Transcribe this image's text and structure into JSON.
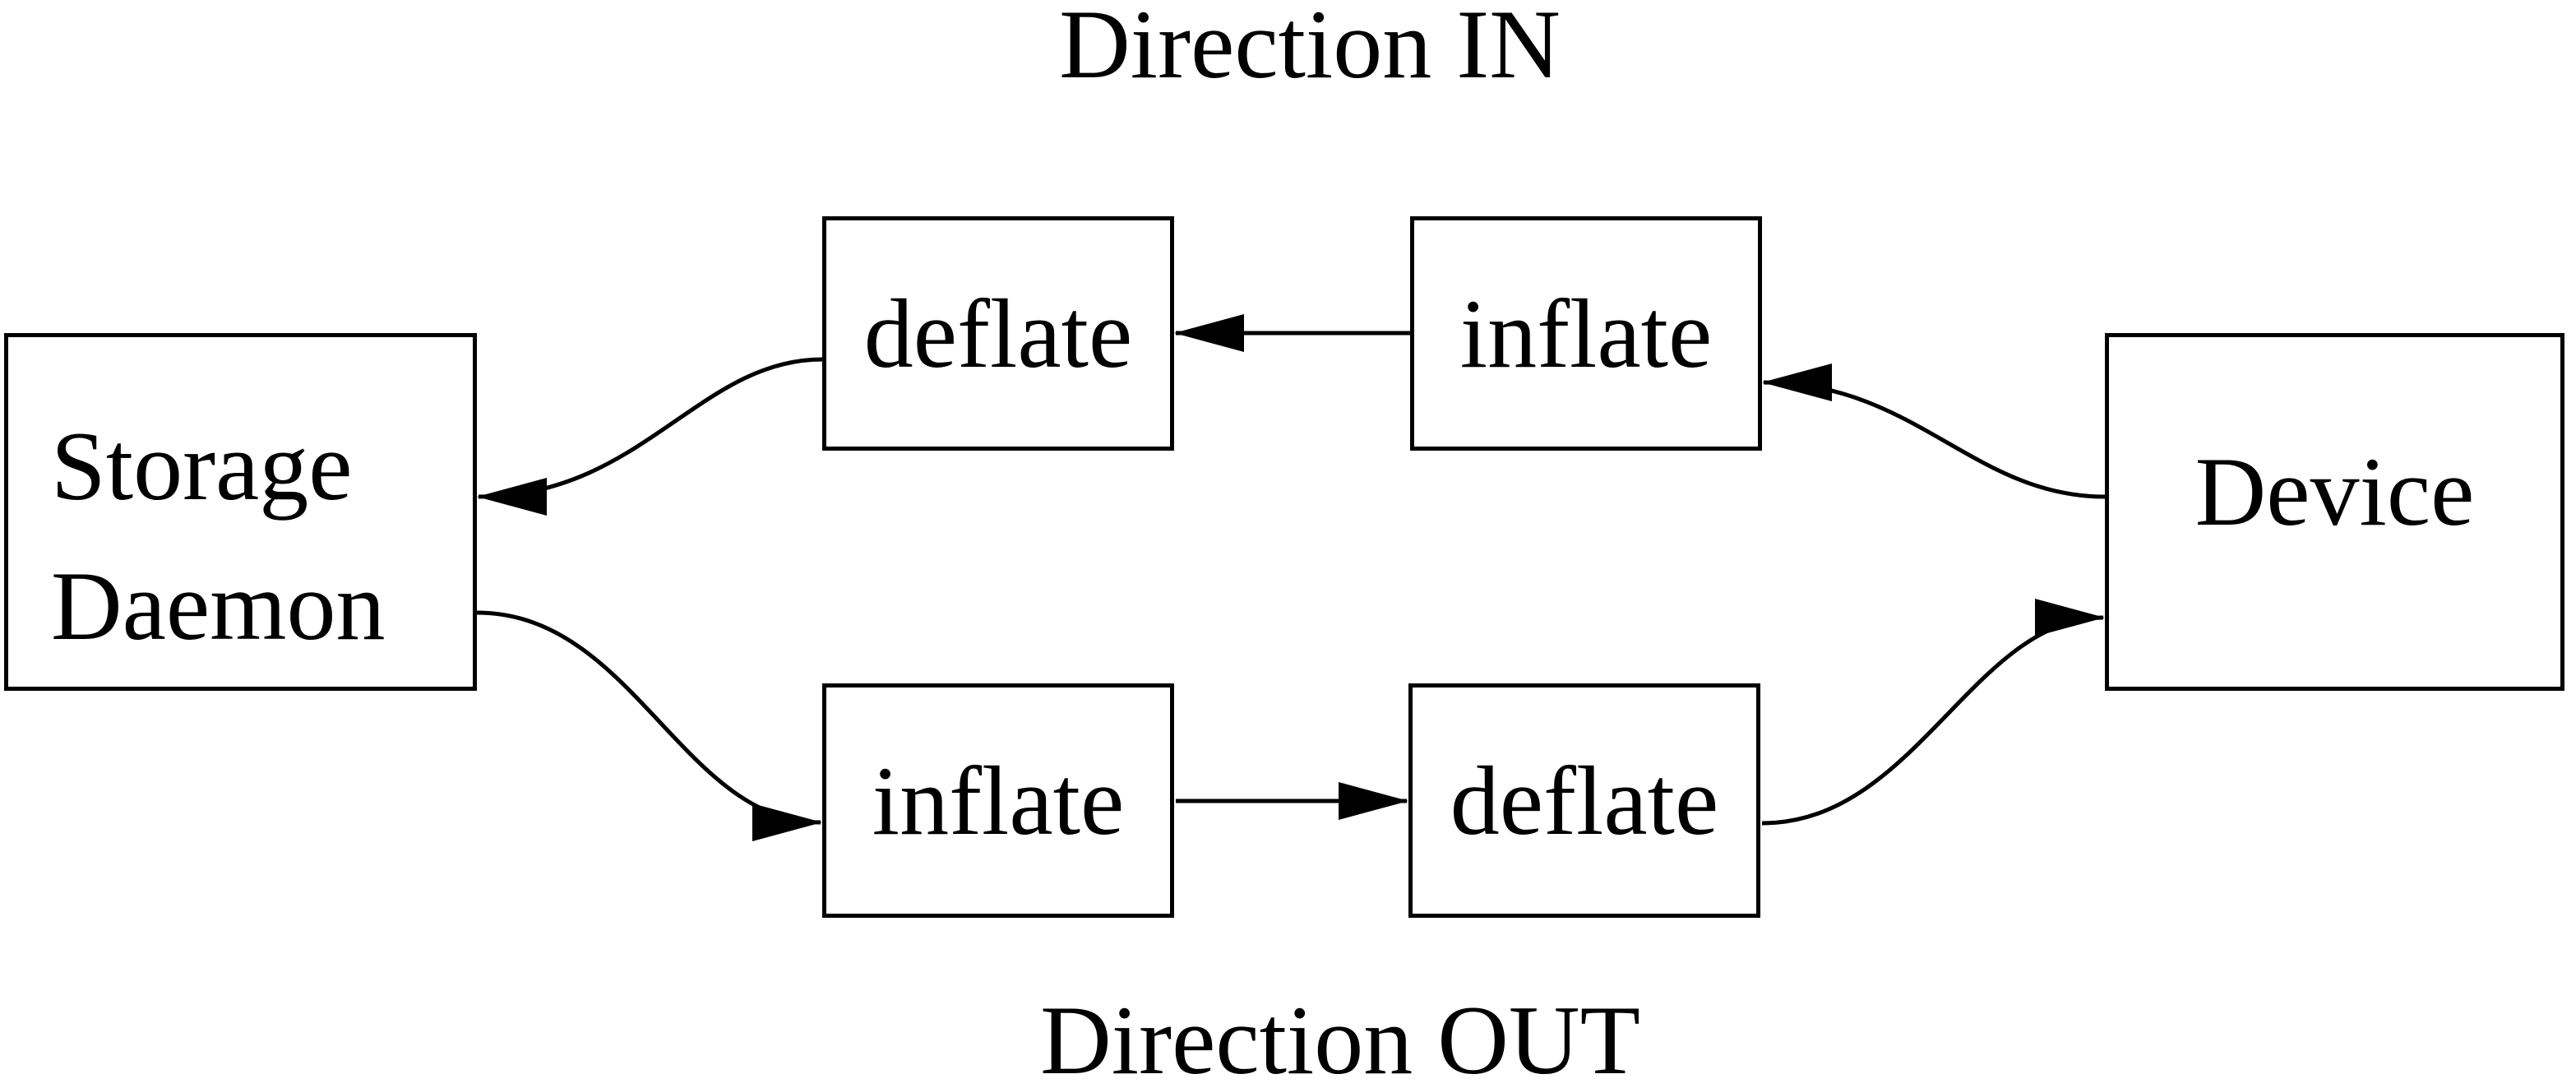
{
  "diagram": {
    "title_in": "Direction IN",
    "title_out": "Direction OUT",
    "nodes": {
      "storage_daemon_line1": "Storage",
      "storage_daemon_line2": "Daemon",
      "deflate_in": "deflate",
      "inflate_in": "inflate",
      "inflate_out": "inflate",
      "deflate_out": "deflate",
      "device": "Device"
    },
    "edges": [
      {
        "from": "device",
        "to": "inflate_in",
        "direction": "IN"
      },
      {
        "from": "inflate_in",
        "to": "deflate_in",
        "direction": "IN"
      },
      {
        "from": "deflate_in",
        "to": "storage_daemon",
        "direction": "IN"
      },
      {
        "from": "storage_daemon",
        "to": "inflate_out",
        "direction": "OUT"
      },
      {
        "from": "inflate_out",
        "to": "deflate_out",
        "direction": "OUT"
      },
      {
        "from": "deflate_out",
        "to": "device",
        "direction": "OUT"
      }
    ],
    "colors": {
      "line": "#000000",
      "background": "#ffffff"
    }
  }
}
